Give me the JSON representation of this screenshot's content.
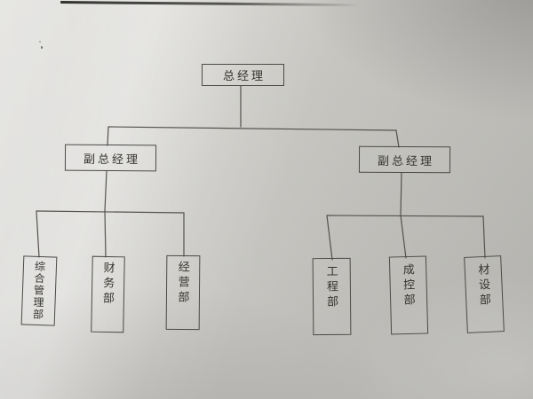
{
  "org_chart": {
    "root": {
      "label": "总经理"
    },
    "branches": [
      {
        "label": "副总经理",
        "children": [
          {
            "label": "综合管理部"
          },
          {
            "label": "财务部"
          },
          {
            "label": "经营部"
          }
        ]
      },
      {
        "label": "副总经理",
        "children": [
          {
            "label": "工程部"
          },
          {
            "label": "成控部"
          },
          {
            "label": "材设部"
          }
        ]
      }
    ]
  },
  "colors": {
    "paper": "#c9c8c3",
    "connector_line": "#55524d",
    "box_border": "#4c4a45",
    "text": "#36342e",
    "page_top_edge": "#1f1f1f"
  }
}
